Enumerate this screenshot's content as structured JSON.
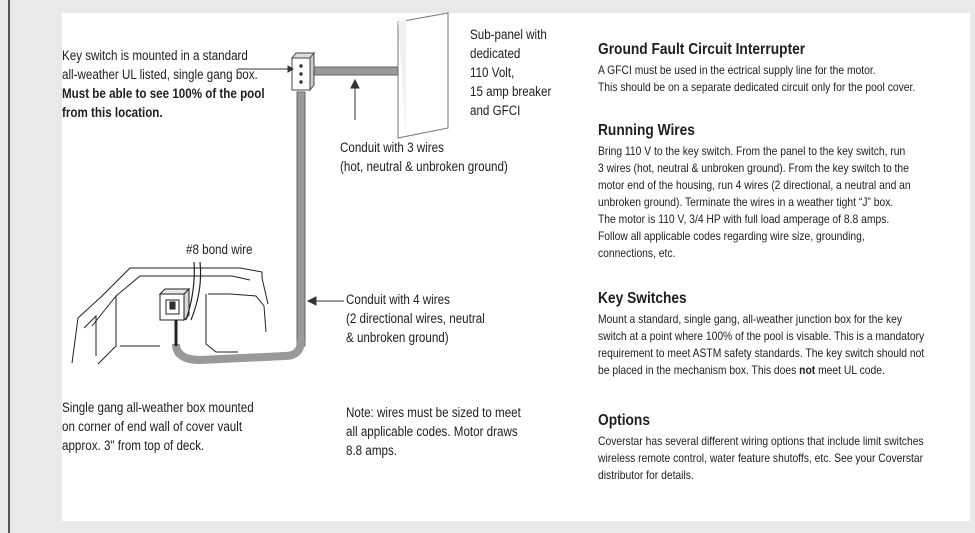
{
  "labels": {
    "key_switch": {
      "lines": [
        "Key switch is mounted in a standard",
        "all-weather UL listed, single gang box."
      ],
      "bold_lines": [
        "Must be able to see 100% of the pool",
        "from this location."
      ]
    },
    "subpanel": [
      "Sub-panel with",
      "dedicated",
      "110 Volt,",
      "15 amp breaker",
      "and GFCI"
    ],
    "conduit3": [
      "Conduit with 3 wires",
      "(hot, neutral & unbroken ground)"
    ],
    "bond_wire": "#8 bond wire",
    "conduit4": [
      "Conduit with 4 wires",
      "(2 directional wires, neutral",
      "& unbroken ground)"
    ],
    "box": [
      "Single gang all-weather box mounted",
      "on corner of end wall of cover vault",
      "approx. 3\" from top of deck."
    ],
    "note": [
      "Note: wires must be sized to meet",
      "all applicable codes. Motor draws",
      "8.8 amps."
    ]
  },
  "sections": [
    {
      "title": "Ground Fault Circuit Interrupter",
      "lines": [
        "A GFCI must be used in the ectrical supply line for the motor.",
        "This should be on a separate dedicated circuit only for the pool cover."
      ]
    },
    {
      "title": "Running Wires",
      "lines": [
        "Bring 110 V to the key switch. From the panel to the key switch, run",
        "3 wires (hot, neutral & unbroken ground). From the key switch to the",
        "motor end of the housing, run 4 wires (2 directional, a neutral and an",
        "unbroken ground). Terminate the wires in a weather tight “J” box.",
        "The motor is 110 V, 3/4 HP with full load amperage of 8.8 amps.",
        "Follow all applicable codes regarding wire size, grounding,",
        "connections, etc."
      ]
    },
    {
      "title": "Key Switches",
      "lines": [
        "Mount a standard, single gang, all-weather junction box for the key",
        "switch at a point where 100% of the pool is visable. This is a mandatory",
        "requirement to meet ASTM safety standards. The key switch should not"
      ],
      "last_pre": "be placed in the mechanism box. This does ",
      "last_bold": "not",
      "last_post": " meet UL code."
    },
    {
      "title": "Options",
      "lines": [
        "Coverstar has several different wiring options that include limit switches",
        "wireless remote control, water feature shutoffs, etc.  See your Coverstar",
        "distributor for details."
      ]
    }
  ]
}
